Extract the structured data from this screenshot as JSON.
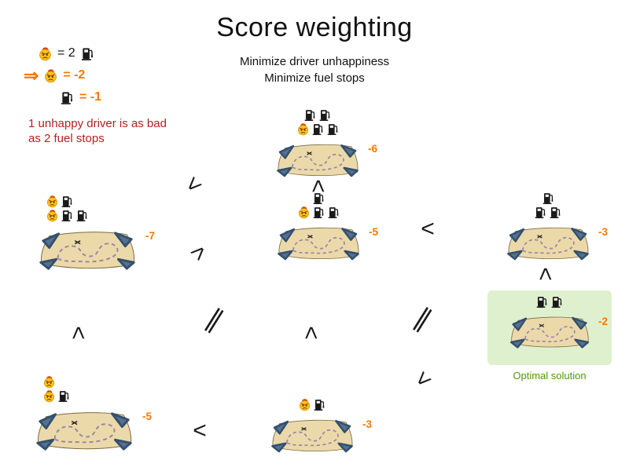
{
  "title": "Score weighting",
  "goals": {
    "line1": "Minimize driver unhappiness",
    "line2": "Minimize fuel stops"
  },
  "legend": {
    "driver_rate": "= 2",
    "arrow_glyph": "⇒",
    "driver_weight": "= -2",
    "fuel_weight": "= -1",
    "note_line1": "1 unhappy driver is as bad",
    "note_line2": "as 2 fuel stops"
  },
  "colors": {
    "score_orange": "#F57900",
    "note_red": "#B22222",
    "optimal_green": "#4E9A06",
    "optimal_bg": "#DFF0CE"
  },
  "solutions": [
    {
      "position": "top-center",
      "score": "-6",
      "icon_rows": [
        [
          "fuel",
          "fuel"
        ],
        [
          "driver",
          "fuel",
          "fuel"
        ]
      ]
    },
    {
      "position": "middle-left",
      "score": "-7",
      "icon_rows": [
        [
          "driver",
          "fuel"
        ],
        [
          "driver",
          "fuel",
          "fuel"
        ]
      ]
    },
    {
      "position": "middle-center",
      "score": "-5",
      "icon_rows": [
        [
          "fuel"
        ],
        [
          "driver",
          "fuel",
          "fuel"
        ]
      ]
    },
    {
      "position": "middle-right",
      "score": "-3",
      "icon_rows": [
        [
          "fuel"
        ],
        [
          "fuel",
          "fuel"
        ]
      ]
    },
    {
      "position": "optimal",
      "score": "-2",
      "icon_rows": [
        [
          "fuel",
          "fuel"
        ]
      ],
      "label": "Optimal solution"
    },
    {
      "position": "bottom-left",
      "score": "-5",
      "icon_rows": [
        [
          "driver"
        ],
        [
          "driver",
          "fuel"
        ]
      ]
    },
    {
      "position": "bottom-center",
      "score": "-3",
      "icon_rows": [
        [
          "driver",
          "fuel"
        ]
      ]
    }
  ],
  "operators": [
    {
      "glyph": "<"
    },
    {
      "glyph": "<"
    },
    {
      "glyph": "<"
    },
    {
      "glyph": "<"
    },
    {
      "glyph": "<"
    },
    {
      "glyph": "∥"
    },
    {
      "glyph": "<"
    },
    {
      "glyph": "∥"
    },
    {
      "glyph": "<"
    },
    {
      "glyph": "<"
    },
    {
      "glyph": "<"
    }
  ]
}
